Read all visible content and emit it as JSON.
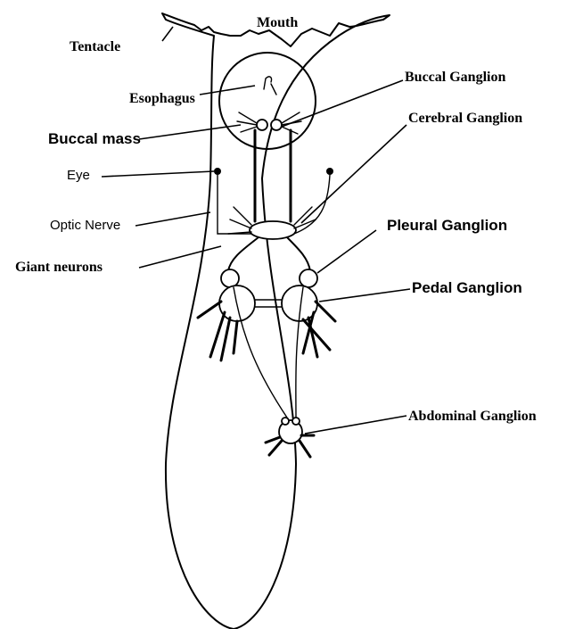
{
  "labels": {
    "mouth": "Mouth",
    "tentacle": "Tentacle",
    "esophagus": "Esophagus",
    "buccal_mass": "Buccal mass",
    "eye": "Eye",
    "optic_nerve": "Optic Nerve",
    "giant_neurons": "Giant neurons",
    "buccal_ganglion": "Buccal Ganglion",
    "cerebral_ganglion": "Cerebral Ganglion",
    "pleural_ganglion": "Pleural Ganglion",
    "pedal_ganglion": "Pedal Ganglion",
    "abdominal_ganglion": "Abdominal Ganglion"
  }
}
